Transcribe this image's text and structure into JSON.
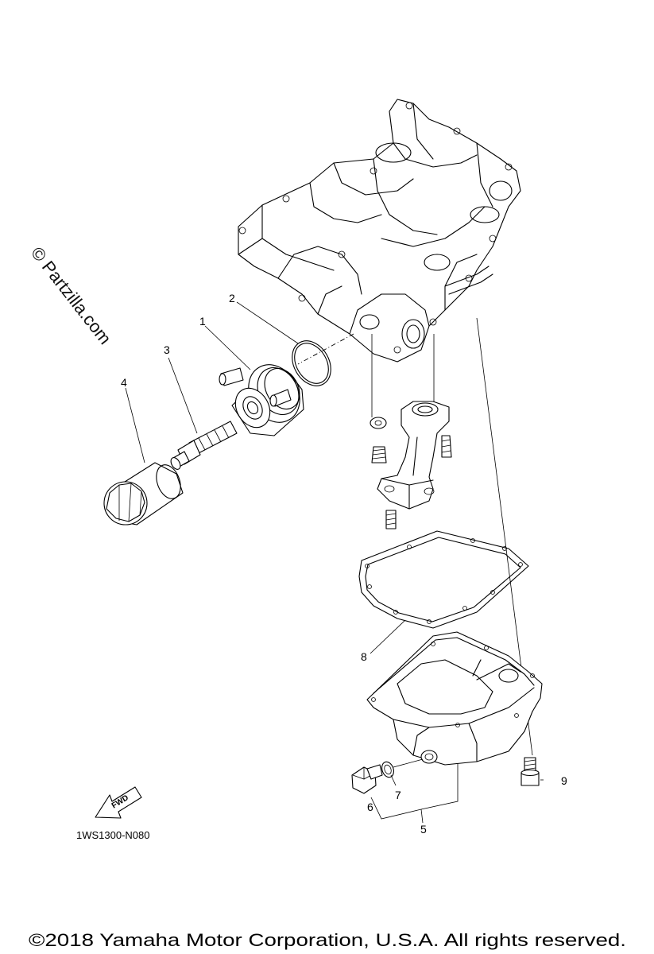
{
  "diagram": {
    "callouts": {
      "c1": "1",
      "c2": "2",
      "c3": "3",
      "c4": "4",
      "c5": "5",
      "c6": "6",
      "c7": "7",
      "c8": "8",
      "c9": "9"
    },
    "fwd_arrow_label": "FWD",
    "drawing_code": "1WS1300-N080",
    "watermark": "© Partzilla.com",
    "copyright": "©2018 Yamaha Motor Corporation, U.S.A. All rights reserved."
  }
}
